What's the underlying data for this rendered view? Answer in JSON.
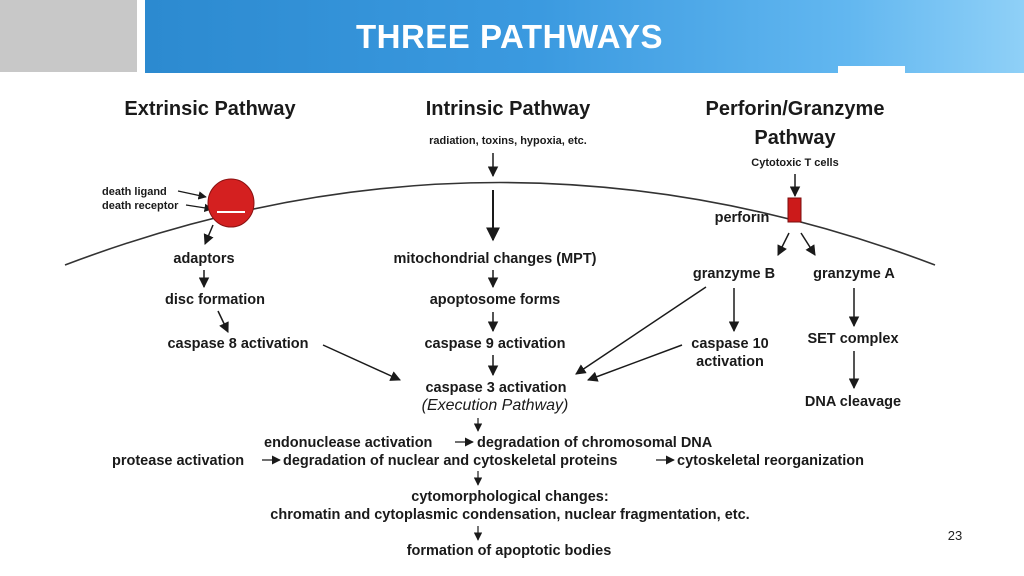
{
  "slide": {
    "title": "THREE PATHWAYS",
    "page_number": "23"
  },
  "diagram": {
    "extrinsic": {
      "header": "Extrinsic Pathway",
      "death_ligand": "death ligand",
      "death_receptor": "death receptor",
      "adaptors": "adaptors",
      "disc_formation": "disc formation",
      "caspase8": "caspase 8 activation"
    },
    "intrinsic": {
      "header": "Intrinsic Pathway",
      "triggers": "radiation, toxins, hypoxia, etc.",
      "mito": "mitochondrial changes (MPT)",
      "apoptosome": "apoptosome forms",
      "caspase9": "caspase 9 activation"
    },
    "perforin": {
      "header_line1": "Perforin/Granzyme",
      "header_line2": "Pathway",
      "tcells": "Cytotoxic T cells",
      "perforin": "perforin",
      "granzyme_b": "granzyme B",
      "granzyme_a": "granzyme A",
      "caspase10_line1": "caspase 10",
      "caspase10_line2": "activation",
      "set_complex": "SET complex",
      "dna_cleavage": "DNA cleavage"
    },
    "execution": {
      "caspase3": "caspase 3 activation",
      "execution_label": "(Execution Pathway)",
      "endonuclease": "endonuclease activation",
      "degradation_dna": "degradation of chromosomal DNA",
      "protease": "protease activation",
      "degradation_proteins": "degradation of nuclear and cytoskeletal proteins",
      "reorganization": "cytoskeletal reorganization",
      "cyto_changes": "cytomorphological changes:",
      "condensation": "chromatin and cytoplasmic condensation, nuclear fragmentation, etc.",
      "apoptotic_bodies": "formation of apoptotic bodies"
    },
    "colors": {
      "receptor": "#d42020",
      "perforin_rect": "#cc1a1a"
    }
  }
}
